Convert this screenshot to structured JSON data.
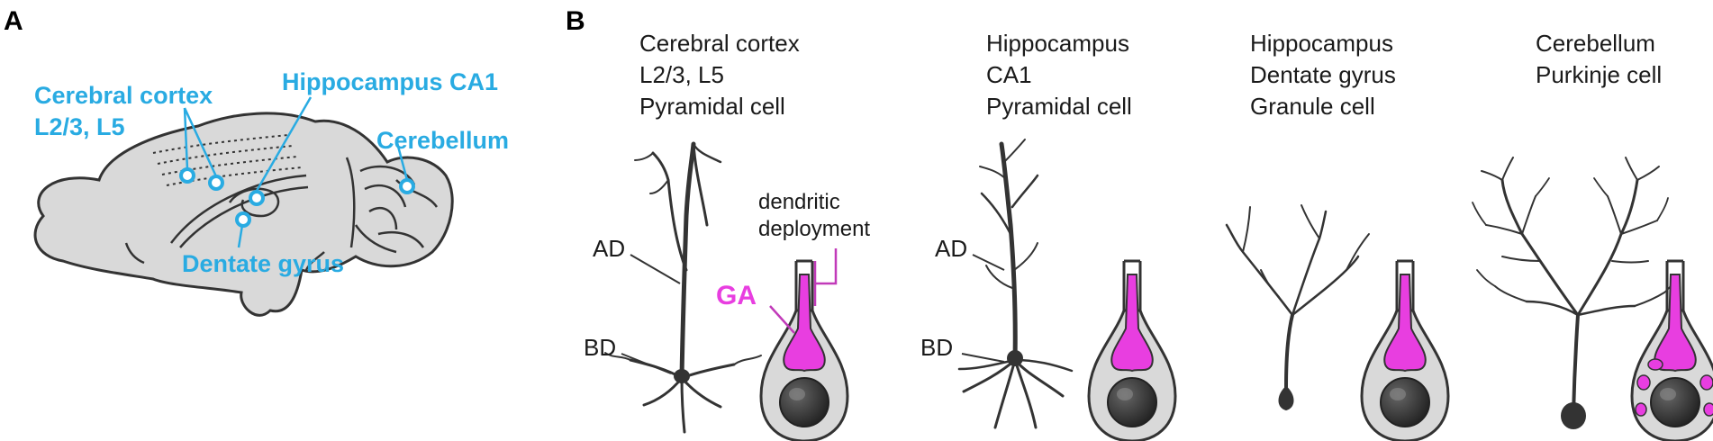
{
  "panels": {
    "a": "A",
    "b": "B"
  },
  "brain": {
    "cortex_line1": "Cerebral cortex",
    "cortex_line2": "L2/3, L5",
    "hippocampus": "Hippocampus CA1",
    "cerebellum": "Cerebellum",
    "dentate": "Dentate gyrus"
  },
  "columns": [
    {
      "lines": [
        "Cerebral cortex",
        "L2/3, L5",
        "Pyramidal cell"
      ]
    },
    {
      "lines": [
        "Hippocampus",
        "CA1",
        "Pyramidal cell"
      ]
    },
    {
      "lines": [
        "Hippocampus",
        "Dentate gyrus",
        "Granule cell"
      ]
    },
    {
      "lines": [
        "Cerebellum",
        "Purkinje cell"
      ]
    }
  ],
  "labels": {
    "ad": "AD",
    "bd": "BD",
    "ga": "GA",
    "dd_line1": "dendritic",
    "dd_line2": "deployment"
  },
  "colors": {
    "accent_blue": "#29abe2",
    "golgi_magenta": "#e83ee0",
    "brain_fill": "#d9d9d9",
    "neuron": "#333333"
  }
}
